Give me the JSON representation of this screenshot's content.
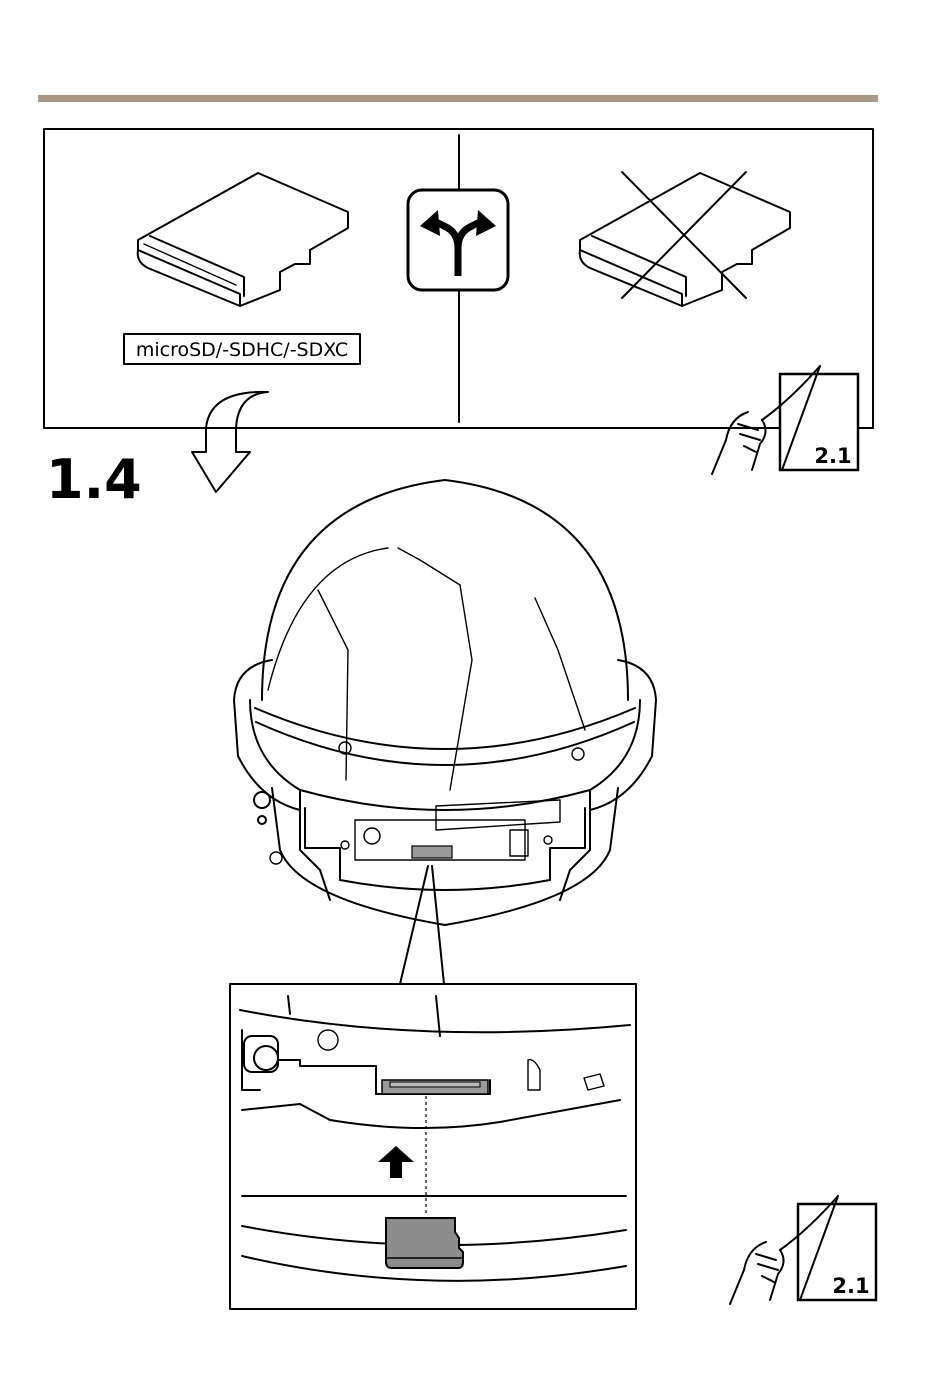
{
  "header": {
    "rule_color": "#a89888"
  },
  "top_panel": {
    "card_label": "microSD/-SDHC/-SDXC",
    "decision_icon": "fork-arrow-icon",
    "rejected_icon": "crossed-out-card-icon"
  },
  "step": {
    "number": "1.4"
  },
  "page_refs": [
    {
      "label": "2.1",
      "icon": "page-turn-hand-icon"
    },
    {
      "label": "2.1",
      "icon": "page-turn-hand-icon"
    }
  ],
  "colors": {
    "card_gray": "#8c8c8c",
    "slot_gray": "#9a9a9a",
    "ink": "#000000"
  }
}
